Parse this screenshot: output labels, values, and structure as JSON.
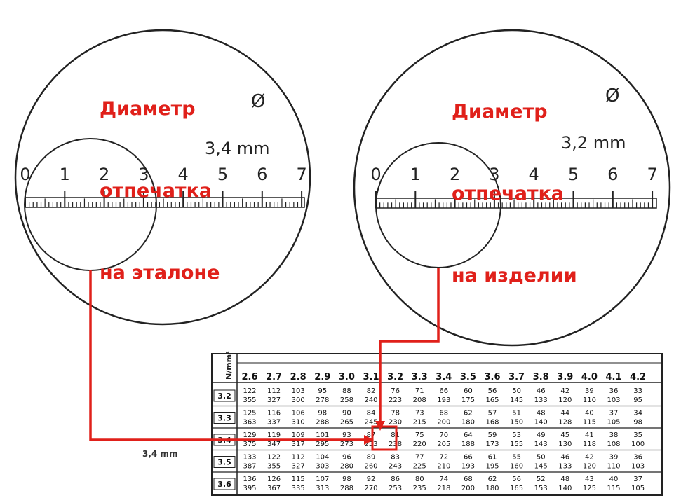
{
  "left_scope": {
    "title_line1": "Диаметр",
    "title_line2": "отпечатка",
    "title_line3": "на эталоне",
    "reading": "3,4 mm",
    "diameter_symbol": "Ø",
    "scale": [
      "0",
      "1",
      "2",
      "3",
      "4",
      "5",
      "6",
      "7"
    ]
  },
  "right_scope": {
    "title_line1": "Диаметр",
    "title_line2": "отпечатка",
    "title_line3": "на изделии",
    "reading": "3,2 mm",
    "diameter_symbol": "Ø",
    "scale": [
      "0",
      "1",
      "2",
      "3",
      "4",
      "5",
      "6",
      "7"
    ]
  },
  "bottom_left_label": "3,4 mm",
  "table": {
    "header_label": "N/mm²",
    "columns": [
      "2.6",
      "2.7",
      "2.8",
      "2.9",
      "3.0",
      "3.1",
      "3.2",
      "3.3",
      "3.4",
      "3.5",
      "3.6",
      "3.7",
      "3.8",
      "3.9",
      "4.0",
      "4.1",
      "4.2"
    ],
    "rows": [
      {
        "label": "3.2",
        "top": [
          "122",
          "112",
          "103",
          "95",
          "88",
          "82",
          "76",
          "71",
          "66",
          "60",
          "56",
          "50",
          "46",
          "42",
          "39",
          "36",
          "33"
        ],
        "bottom": [
          "355",
          "327",
          "300",
          "278",
          "258",
          "240",
          "223",
          "208",
          "193",
          "175",
          "165",
          "145",
          "133",
          "120",
          "110",
          "103",
          "95"
        ]
      },
      {
        "label": "3.3",
        "top": [
          "125",
          "116",
          "106",
          "98",
          "90",
          "84",
          "78",
          "73",
          "68",
          "62",
          "57",
          "51",
          "48",
          "44",
          "40",
          "37",
          "34"
        ],
        "bottom": [
          "363",
          "337",
          "310",
          "288",
          "265",
          "245",
          "230",
          "215",
          "200",
          "180",
          "168",
          "150",
          "140",
          "128",
          "115",
          "105",
          "98"
        ]
      },
      {
        "label": "3.4",
        "top": [
          "129",
          "119",
          "109",
          "101",
          "93",
          "87",
          "81",
          "75",
          "70",
          "64",
          "59",
          "53",
          "49",
          "45",
          "41",
          "38",
          "35"
        ],
        "bottom": [
          "375",
          "347",
          "317",
          "295",
          "273",
          "253",
          "238",
          "220",
          "205",
          "188",
          "173",
          "155",
          "143",
          "130",
          "118",
          "108",
          "100"
        ]
      },
      {
        "label": "3.5",
        "top": [
          "133",
          "122",
          "112",
          "104",
          "96",
          "89",
          "83",
          "77",
          "72",
          "66",
          "61",
          "55",
          "50",
          "46",
          "42",
          "39",
          "36"
        ],
        "bottom": [
          "387",
          "355",
          "327",
          "303",
          "280",
          "260",
          "243",
          "225",
          "210",
          "193",
          "195",
          "160",
          "145",
          "133",
          "120",
          "110",
          "103"
        ]
      },
      {
        "label": "3.6",
        "top": [
          "136",
          "126",
          "115",
          "107",
          "98",
          "92",
          "86",
          "80",
          "74",
          "68",
          "62",
          "56",
          "52",
          "48",
          "43",
          "40",
          "37"
        ],
        "bottom": [
          "395",
          "367",
          "335",
          "313",
          "288",
          "270",
          "253",
          "235",
          "218",
          "200",
          "180",
          "165",
          "153",
          "140",
          "125",
          "115",
          "105"
        ]
      }
    ],
    "highlight": {
      "top": "81",
      "bottom": "238"
    }
  },
  "colors": {
    "accent_red": "#e0201a",
    "ink": "#111111"
  }
}
